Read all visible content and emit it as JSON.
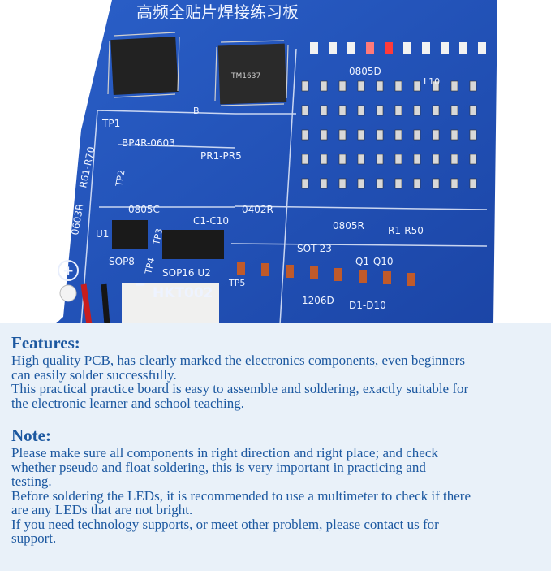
{
  "board": {
    "title": "高频全贴片焊接练习板",
    "model": "HKT002",
    "silkscreen": {
      "ic_b": "B",
      "tp1": "TP1",
      "bp4r": "BP4R-0603",
      "pr": "PR1-PR5",
      "r61": "R61-R70",
      "tp2": "TP2",
      "r0603": "0603R",
      "c0805": "0805C",
      "c1c10": "C1-C10",
      "r0402": "0402R",
      "r0805": "0805R",
      "r1r50": "R1-R50",
      "sot23": "SOT-23",
      "q1q10": "Q1-Q10",
      "u1": "U1",
      "tp3": "TP3",
      "tp4": "TP4",
      "sop8": "SOP8",
      "sop16": "SOP16 U2",
      "tp5": "TP5",
      "d1206": "1206D",
      "d1d10": "D1-D10",
      "led0805": "0805D",
      "l10": "L10",
      "chip_tm": "TM1637",
      "plus": "+",
      "minus": "−"
    }
  },
  "colors": {
    "pcb_blue": "#1f4fb6",
    "panel_bg": "#e9f1f9",
    "text_blue": "#1c58a0"
  },
  "features": {
    "heading": "Features:",
    "lines": [
      "High quality PCB, has clearly marked the electronics components, even beginners",
      "can easily solder successfully.",
      "This practical practice board is easy to assemble and soldering, exactly suitable for",
      "the electronic learner and school teaching."
    ]
  },
  "note": {
    "heading": "Note:",
    "lines": [
      "Please make sure all components in right direction and right place; and check",
      "whether pseudo and float soldering, this is very important in practicing and",
      "testing.",
      "Before soldering the LEDs, it is recommended to use a multimeter to check if there",
      "are any LEDs that are not bright.",
      "If you need technology supports, or meet other problem, please contact us for",
      "support."
    ]
  }
}
